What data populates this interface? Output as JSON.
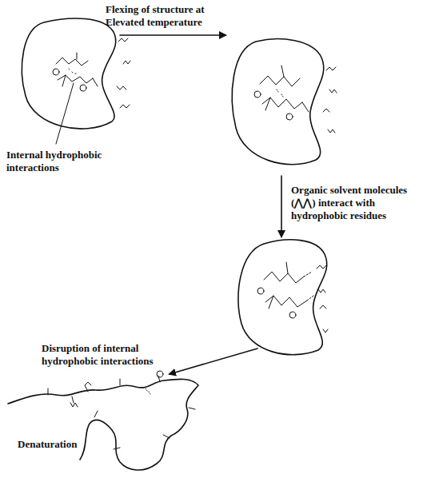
{
  "diagram": {
    "labels": [
      "Flexing of structure at Elevated temperature",
      "Internal hydrophobic interactions",
      "Organic solvent molecules (⋀⋀) interact with hydrophobic residues",
      "Disruption of internal hydrophobic interactions",
      "Denaturation"
    ]
  }
}
